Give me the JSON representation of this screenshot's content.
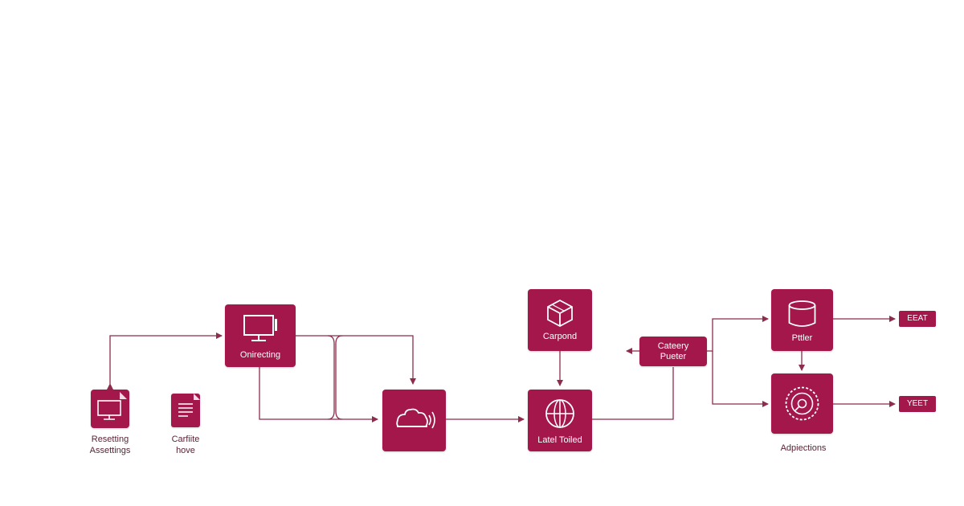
{
  "colors": {
    "accent": "#a3174a",
    "connector": "#8e2c4b",
    "text_dark": "#5a2434",
    "background": "#ffffff"
  },
  "nodes": {
    "resetting": {
      "label": "Resetting\nAssettings",
      "icon": "monitor-icon"
    },
    "carfiite": {
      "label": "Carfiite\nhove",
      "icon": "document-icon"
    },
    "onirecting": {
      "label": "Onirecting",
      "icon": "monitor-icon"
    },
    "cloud": {
      "label": "",
      "icon": "cloud-signal-icon"
    },
    "carpond": {
      "label": "Carpond",
      "icon": "cube-icon"
    },
    "latel": {
      "label": "Latel Toiled",
      "icon": "globe-icon"
    },
    "cateery": {
      "label": "Cateery\nPueter",
      "icon": ""
    },
    "pttler": {
      "label": "Pttler",
      "icon": "database-icon"
    },
    "adpiections": {
      "label": "Adpiections",
      "icon": "dial-icon"
    },
    "eeat": {
      "label": "EEAT"
    },
    "yeet": {
      "label": "YEET"
    }
  }
}
